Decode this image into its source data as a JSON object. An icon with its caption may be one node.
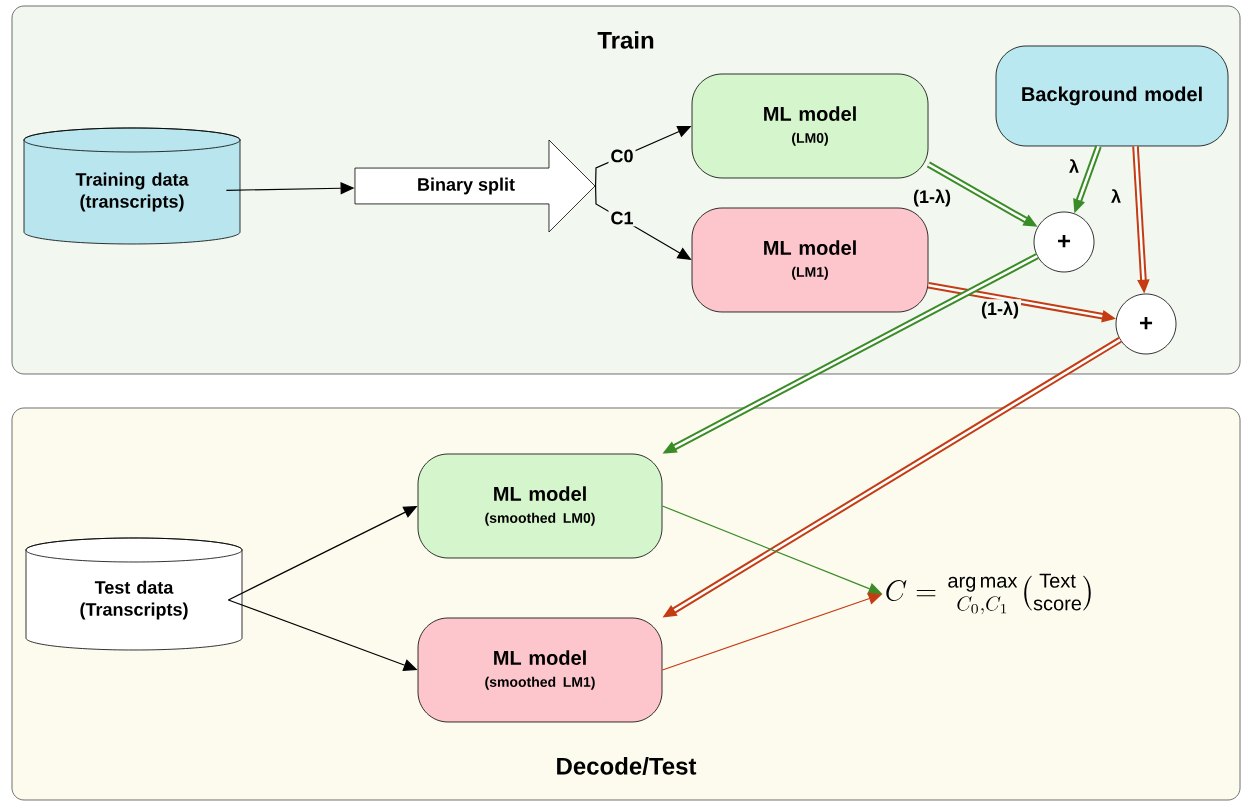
{
  "diagram": {
    "nodes": [
      {
        "text": [
          "Train"
        ]
      },
      {
        "text": [
          "Training data (transcripts)"
        ],
        "in": 0
      },
      {
        "text": [
          "Binary split"
        ],
        "in": 0
      },
      {
        "text": [
          "ML model",
          "(LM0)"
        ],
        "in": 0
      },
      {
        "text": [
          "ML model",
          "(LM1)"
        ],
        "in": 0
      },
      {
        "text": [
          "Background model"
        ],
        "in": 0
      },
      {
        "text": [
          "+"
        ],
        "in": 0
      },
      {
        "text": [
          "+"
        ],
        "in": 0
      },
      {
        "text": [
          "Decode/Test"
        ]
      },
      {
        "text": [
          "Test data (Transcripts)"
        ],
        "in": 8
      },
      {
        "text": [
          "ML model",
          "(smoothed LM0)"
        ],
        "in": 8
      },
      {
        "text": [
          "ML model",
          "(smoothed LM1)"
        ],
        "in": 8
      },
      {
        "text": [
          "C = \\genfrac{}{}{0pt}{}{\\arg\\max}{C_0, C_1}\\binom{\\text{Text}}{\\text{score}}"
        ],
        "in": 8
      }
    ],
    "edges": [
      {
        "from": 1,
        "to": 2,
        "arrow": "to",
        "color": "#000000"
      },
      {
        "from": 2,
        "to": 3,
        "arrow": "to",
        "label": "C0",
        "color": "#000000"
      },
      {
        "from": 2,
        "to": 4,
        "arrow": "to",
        "label": "C1",
        "color": "#000000"
      },
      {
        "from": 3,
        "to": 6,
        "arrow": "to",
        "label": "(1-λ)",
        "style": "thick",
        "color": "#3a8c26"
      },
      {
        "from": 5,
        "to": 6,
        "arrow": "to",
        "label": "λ",
        "style": "thick",
        "color": "#3a8c26"
      },
      {
        "from": 5,
        "to": 7,
        "arrow": "to",
        "label": "λ",
        "style": "thick",
        "color": "#c43c14"
      },
      {
        "from": 4,
        "to": 7,
        "arrow": "to",
        "label": "(1-λ)",
        "style": "thick",
        "color": "#c43c14"
      },
      {
        "from": 6,
        "to": 10,
        "arrow": "to",
        "style": "thick",
        "color": "#3a8c26"
      },
      {
        "from": 7,
        "to": 11,
        "arrow": "to",
        "style": "thick",
        "color": "#c43c14"
      },
      {
        "from": 9,
        "to": 10,
        "arrow": "to",
        "color": "#000000"
      },
      {
        "from": 9,
        "to": 11,
        "arrow": "to",
        "color": "#000000"
      },
      {
        "from": 10,
        "to": 12,
        "arrow": "to",
        "color": "#3a8c26"
      },
      {
        "from": 11,
        "to": 12,
        "arrow": "to",
        "color": "#c43c14"
      }
    ]
  }
}
